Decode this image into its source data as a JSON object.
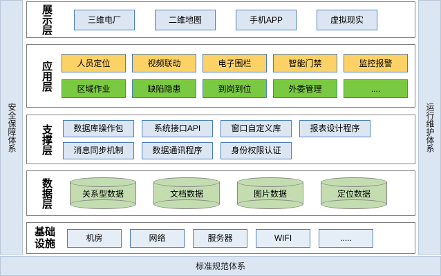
{
  "sidebars": {
    "left": {
      "label": "安全保障体系"
    },
    "right": {
      "label": "运行维护体系"
    }
  },
  "footer": {
    "label": "标准规范体系"
  },
  "layers": [
    {
      "key": "presentation",
      "label": "展示层",
      "rows": [
        {
          "style": "blue",
          "items": [
            "三维电厂",
            "二维地图",
            "手机APP",
            "虚拟现实"
          ]
        }
      ]
    },
    {
      "key": "application",
      "label": "应用层",
      "rows": [
        {
          "style": "orange",
          "items": [
            "人员定位",
            "视频联动",
            "电子围栏",
            "智能门禁",
            "监控报警"
          ]
        },
        {
          "style": "green",
          "items": [
            "区域作业",
            "缺陷隐患",
            "到岗到位",
            "外委管理",
            "...."
          ]
        }
      ]
    },
    {
      "key": "support",
      "label": "支撑层",
      "rows": [
        {
          "style": "blue",
          "items": [
            "数据库操作包",
            "系统接口API",
            "窗口自定义库",
            "报表设计程序"
          ]
        },
        {
          "style": "blue",
          "items": [
            "消息同步机制",
            "数据通讯程序",
            "身份权限认证"
          ]
        }
      ]
    },
    {
      "key": "data",
      "label": "数据层",
      "rows": [
        {
          "style": "cylinder",
          "items": [
            "关系型数据",
            "文档数据",
            "图片数据",
            "定位数据"
          ]
        }
      ]
    },
    {
      "key": "infrastructure",
      "label": "基础设施",
      "rows": [
        {
          "style": "blue-light",
          "items": [
            "机房",
            "网络",
            "服务器",
            "WIFI",
            "....."
          ]
        }
      ]
    }
  ],
  "colors": {
    "sidebar_fill": "#dce6f2",
    "sidebar_border": "#b8c6d9",
    "panel_border": "#7f7f7f",
    "blue_fill": "#dce6f2",
    "blue_border": "#4a7ebb",
    "orange_fill": "#fcd267",
    "green_fill": "#7ac943",
    "cylinder_fill": "#c3ddb0",
    "cylinder_border": "#8a8a8a"
  }
}
